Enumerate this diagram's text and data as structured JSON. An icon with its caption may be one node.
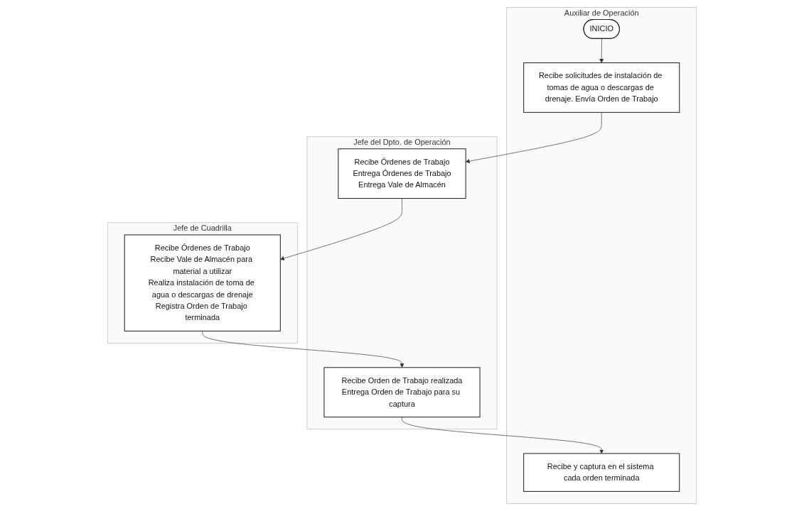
{
  "diagram": {
    "nodes": [
      {
        "text": [
          "Auxiliar de Operación"
        ]
      },
      {
        "text": [
          "INICIO"
        ],
        "in": 0
      },
      {
        "text": [
          "Recibe solicitudes de instalación de tomas de agua o descargas de drenaje. Envía Orden de Trabajo"
        ],
        "in": 0
      },
      {
        "text": [
          "Recibe y captura en el sistema cada orden terminada"
        ],
        "in": 0
      },
      {
        "text": [
          "Jefe del Dpto. de Operación"
        ]
      },
      {
        "text": [
          "Recibe Órdenes de Trabajo",
          "Entrega Órdenes de Trabajo",
          "Entrega Vale de Almacén"
        ],
        "in": 4
      },
      {
        "text": [
          "Recibe Orden de Trabajo realizada",
          "Entrega Orden de Trabajo para su captura"
        ],
        "in": 4
      },
      {
        "text": [
          "Jefe de Cuadrilla"
        ]
      },
      {
        "text": [
          "Recibe Órdenes de Trabajo",
          "Recibe Vale de Almacén para material a utilizar",
          "Realiza instalación de toma de agua o descargas de drenaje",
          "Registra Orden de Trabajo terminada"
        ],
        "in": 7
      }
    ],
    "edges": [
      {
        "from": 1,
        "to": 2,
        "arrow": "to"
      },
      {
        "from": 2,
        "to": 5,
        "arrow": "to"
      },
      {
        "from": 5,
        "to": 8,
        "arrow": "to"
      },
      {
        "from": 8,
        "to": 6,
        "arrow": "to"
      },
      {
        "from": 6,
        "to": 3,
        "arrow": "to"
      }
    ]
  }
}
